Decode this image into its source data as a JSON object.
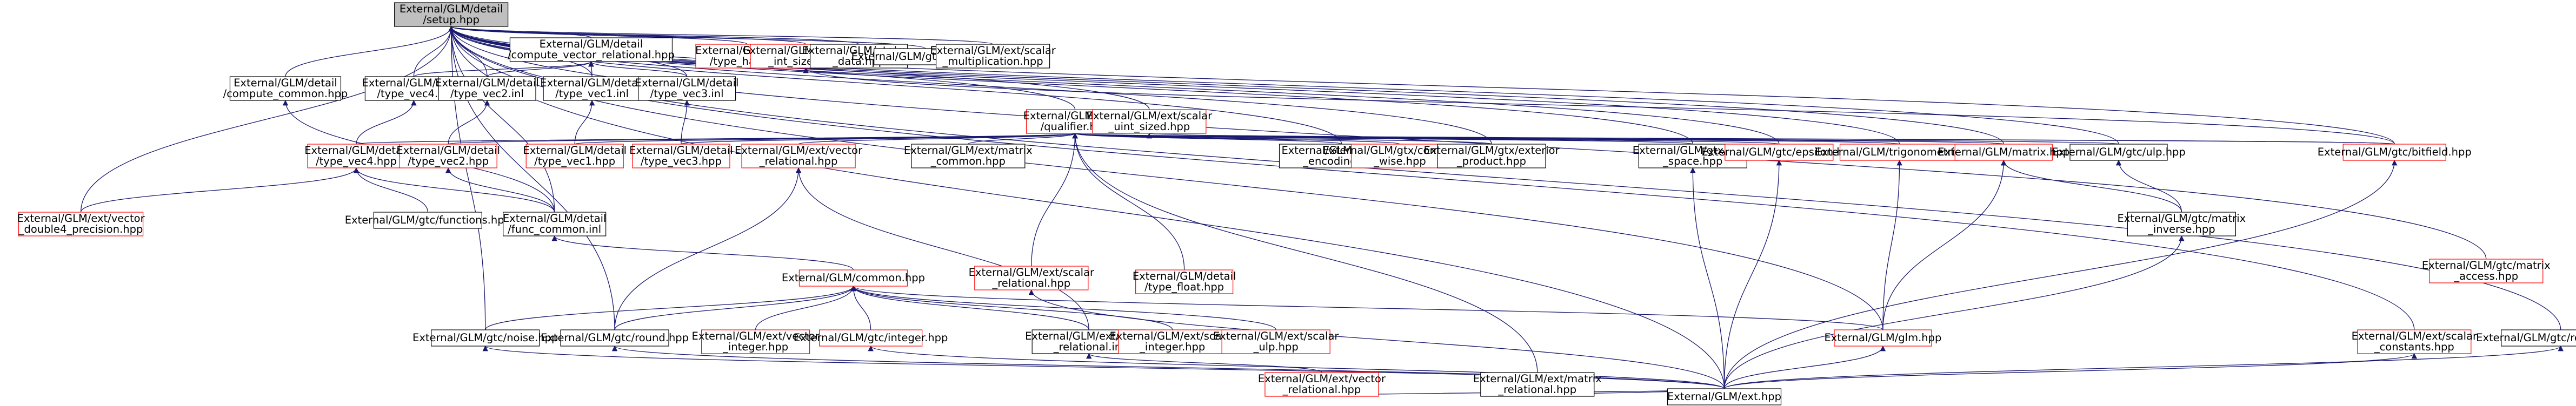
{
  "colors": {
    "edge": "#191970",
    "border_black": "#000000",
    "border_red": "#ff0000",
    "root_fill": "#bfbfbf",
    "fill": "#ffffff",
    "text": "#000000"
  },
  "nodes": [
    {
      "id": "setup",
      "lines": [
        "External/GLM/detail",
        "/setup.hpp"
      ],
      "border": "black",
      "root": true
    },
    {
      "id": "compute_vec_rel",
      "lines": [
        "External/GLM/detail",
        "/compute_vector_relational.hpp"
      ],
      "border": "black"
    },
    {
      "id": "type_half",
      "lines": [
        "External/GLM/detail",
        "/type_half.hpp"
      ],
      "border": "red"
    },
    {
      "id": "ext_scalar_int_sized",
      "lines": [
        "External/GLM/ext/scalar",
        "_int_sized.hpp"
      ],
      "border": "red"
    },
    {
      "id": "gtc_raw_data",
      "lines": [
        "External/GLM/gtc/raw",
        "_data.hpp"
      ],
      "border": "black"
    },
    {
      "id": "gtc_range",
      "lines": [
        "External/GLM/gtc/range.hpp"
      ],
      "border": "black"
    },
    {
      "id": "ext_scalar_mult",
      "lines": [
        "External/GLM/ext/scalar",
        "_multiplication.hpp"
      ],
      "border": "black"
    },
    {
      "id": "compute_common",
      "lines": [
        "External/GLM/detail",
        "/compute_common.hpp"
      ],
      "border": "black"
    },
    {
      "id": "type_vec4_inl",
      "lines": [
        "External/GLM/detail",
        "/type_vec4.inl"
      ],
      "border": "black"
    },
    {
      "id": "type_vec2_inl",
      "lines": [
        "External/GLM/detail",
        "/type_vec2.inl"
      ],
      "border": "black"
    },
    {
      "id": "type_vec1_inl",
      "lines": [
        "External/GLM/detail",
        "/type_vec1.inl"
      ],
      "border": "black"
    },
    {
      "id": "type_vec3_inl",
      "lines": [
        "External/GLM/detail",
        "/type_vec3.inl"
      ],
      "border": "black"
    },
    {
      "id": "qualifier",
      "lines": [
        "External/GLM/detail",
        "/qualifier.hpp"
      ],
      "border": "red"
    },
    {
      "id": "ext_scalar_uint_sized",
      "lines": [
        "External/GLM/ext/scalar",
        "_uint_sized.hpp"
      ],
      "border": "red"
    },
    {
      "id": "type_vec4_hpp",
      "lines": [
        "External/GLM/detail",
        "/type_vec4.hpp"
      ],
      "border": "red"
    },
    {
      "id": "type_vec2_hpp",
      "lines": [
        "External/GLM/detail",
        "/type_vec2.hpp"
      ],
      "border": "red"
    },
    {
      "id": "type_vec1_hpp",
      "lines": [
        "External/GLM/detail",
        "/type_vec1.hpp"
      ],
      "border": "red"
    },
    {
      "id": "type_vec3_hpp",
      "lines": [
        "External/GLM/detail",
        "/type_vec3.hpp"
      ],
      "border": "red"
    },
    {
      "id": "ext_vector_relational",
      "lines": [
        "External/GLM/ext/vector",
        "_relational.hpp"
      ],
      "border": "red"
    },
    {
      "id": "ext_matrix_common",
      "lines": [
        "External/GLM/ext/matrix",
        "_common.hpp"
      ],
      "border": "black"
    },
    {
      "id": "gtc_color_encoding",
      "lines": [
        "External/GLM/gtc/color",
        "_encoding.hpp"
      ],
      "border": "black"
    },
    {
      "id": "gtx_component_wise",
      "lines": [
        "External/GLM/gtx/component",
        "_wise.hpp"
      ],
      "border": "red"
    },
    {
      "id": "gtx_exterior_product",
      "lines": [
        "External/GLM/gtx/exterior",
        "_product.hpp"
      ],
      "border": "black"
    },
    {
      "id": "gtx_color_space",
      "lines": [
        "External/GLM/gtx/color",
        "_space.hpp"
      ],
      "border": "black"
    },
    {
      "id": "gtc_epsilon",
      "lines": [
        "External/GLM/gtc/epsilon.hpp"
      ],
      "border": "red"
    },
    {
      "id": "trigonometric",
      "lines": [
        "External/GLM/trigonometric.hpp"
      ],
      "border": "red"
    },
    {
      "id": "matrix_hpp",
      "lines": [
        "External/GLM/matrix.hpp"
      ],
      "border": "red"
    },
    {
      "id": "gtc_ulp",
      "lines": [
        "External/GLM/gtc/ulp.hpp"
      ],
      "border": "black"
    },
    {
      "id": "gtc_bitfield",
      "lines": [
        "External/GLM/gtc/bitfield.hpp"
      ],
      "border": "red"
    },
    {
      "id": "ext_vector_double4_precision",
      "lines": [
        "External/GLM/ext/vector",
        "_double4_precision.hpp"
      ],
      "border": "red"
    },
    {
      "id": "gtc_functions",
      "lines": [
        "External/GLM/gtc/functions.hpp"
      ],
      "border": "black"
    },
    {
      "id": "func_common_inl",
      "lines": [
        "External/GLM/detail",
        "/func_common.inl"
      ],
      "border": "black"
    },
    {
      "id": "gtx_matrix_inverse",
      "lines": [
        "External/GLM/gtc/matrix",
        "_inverse.hpp"
      ],
      "border": "black"
    },
    {
      "id": "type_float",
      "lines": [
        "External/GLM/detail",
        "/type_float.hpp"
      ],
      "border": "red"
    },
    {
      "id": "ext_scalar_relational",
      "lines": [
        "External/GLM/ext/scalar",
        "_relational.hpp"
      ],
      "border": "red"
    },
    {
      "id": "common_hpp",
      "lines": [
        "External/GLM/common.hpp"
      ],
      "border": "red"
    },
    {
      "id": "gtc_matrix_access",
      "lines": [
        "External/GLM/gtc/matrix",
        "_access.hpp"
      ],
      "border": "red"
    },
    {
      "id": "gtc_noise",
      "lines": [
        "External/GLM/gtc/noise.hpp"
      ],
      "border": "black"
    },
    {
      "id": "gtc_round",
      "lines": [
        "External/GLM/gtc/round.hpp"
      ],
      "border": "black"
    },
    {
      "id": "ext_vector_integer",
      "lines": [
        "External/GLM/ext/vector",
        "_integer.hpp"
      ],
      "border": "red"
    },
    {
      "id": "gtc_integer",
      "lines": [
        "External/GLM/gtc/integer.hpp"
      ],
      "border": "red"
    },
    {
      "id": "ext_vector_relational_inl",
      "lines": [
        "External/GLM/ext/vector",
        "_relational.inl"
      ],
      "border": "black"
    },
    {
      "id": "ext_scalar_integer",
      "lines": [
        "External/GLM/ext/scalar",
        "_integer.hpp"
      ],
      "border": "red"
    },
    {
      "id": "ext_scalar_ulp",
      "lines": [
        "External/GLM/ext/scalar",
        "_ulp.hpp"
      ],
      "border": "red"
    },
    {
      "id": "glm_hpp",
      "lines": [
        "External/GLM/glm.hpp"
      ],
      "border": "red"
    },
    {
      "id": "ext_scalar_constants",
      "lines": [
        "External/GLM/ext/scalar",
        "_constants.hpp"
      ],
      "border": "red"
    },
    {
      "id": "gtc_reciprocal",
      "lines": [
        "External/GLM/gtc/reciprocal.hpp"
      ],
      "border": "black"
    },
    {
      "id": "ext_vector_relational2",
      "lines": [
        "External/GLM/ext/vector",
        "_relational.hpp"
      ],
      "border": "red"
    },
    {
      "id": "ext_matrix_relational",
      "lines": [
        "External/GLM/ext/matrix",
        "_relational.hpp"
      ],
      "border": "black"
    },
    {
      "id": "ext_hpp",
      "lines": [
        "External/GLM/ext.hpp"
      ],
      "border": "black"
    }
  ]
}
